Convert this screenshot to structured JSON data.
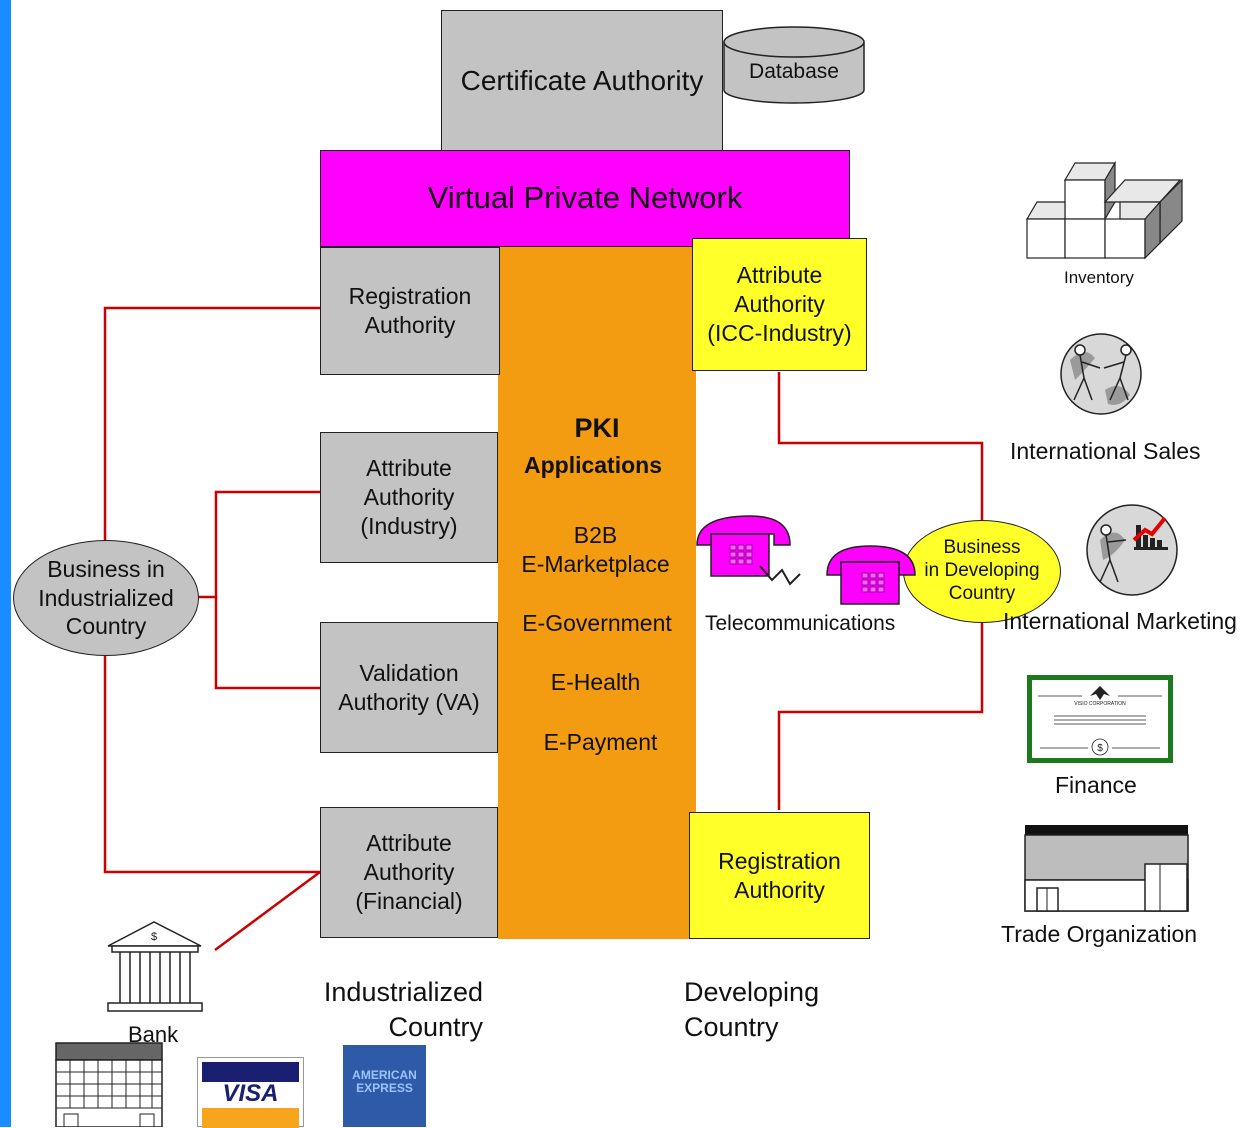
{
  "colors": {
    "left_bar": "#1a8cff",
    "gray_box": "#c3c3c3",
    "vpn": "#ff00ff",
    "pki": "#f39c12",
    "yellow": "#ffff2a",
    "connector": "#cc0000",
    "phone": "#ff00ff"
  },
  "certificate_authority": "Certificate Authority",
  "database": "Database",
  "vpn": "Virtual Private Network",
  "registration_authority_left": "Registration\nAuthority",
  "attribute_authority_industry": "Attribute\nAuthority\n(Industry)",
  "validation_authority": "Validation\nAuthority (VA)",
  "attribute_authority_financial": "Attribute\nAuthority\n(Financial)",
  "attribute_authority_icc": "Attribute\nAuthority\n(ICC-Industry)",
  "registration_authority_right": "Registration\nAuthority",
  "pki": {
    "title": "PKI",
    "subtitle": "Applications",
    "items": [
      "B2B\nE-Marketplace",
      "E-Government",
      "E-Health",
      "E-Payment"
    ]
  },
  "business_industrialized": "Business in\nIndustrialized\nCountry",
  "business_developing": "Business\nin Developing\nCountry",
  "telecommunications": "Telecommunications",
  "industrialized_country": "Industrialized\nCountry",
  "developing_country": "Developing\nCountry",
  "bank": "Bank",
  "visa": "VISA",
  "amex": "AMERICAN\nEXPRESS",
  "right_icons": {
    "inventory": "Inventory",
    "international_sales": "International Sales",
    "international_marketing": "International Marketing",
    "finance": "Finance",
    "finance_certificate_text": "VISIO CORPORATION",
    "trade_organization": "Trade Organization"
  }
}
